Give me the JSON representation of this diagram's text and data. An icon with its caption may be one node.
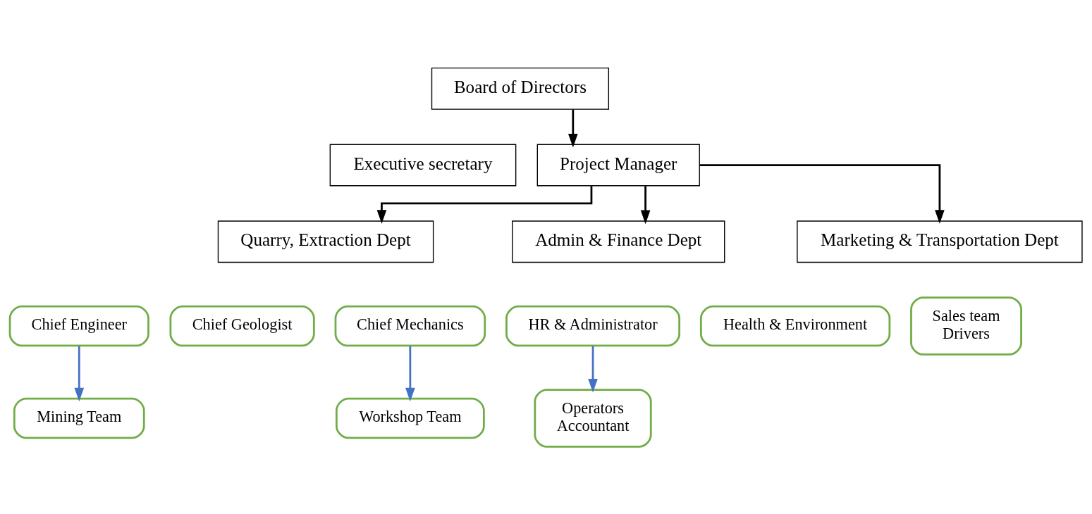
{
  "diagram": {
    "nodes": [
      {
        "text": [
          "Board of Directors"
        ]
      },
      {
        "text": [
          "Executive secretary"
        ]
      },
      {
        "text": [
          "Project Manager"
        ]
      },
      {
        "text": [
          "Quarry, Extraction Dept"
        ]
      },
      {
        "text": [
          "Admin & Finance Dept"
        ]
      },
      {
        "text": [
          "Marketing & Transportation Dept"
        ]
      },
      {
        "text": [
          "Chief Engineer"
        ]
      },
      {
        "text": [
          "Chief Geologist"
        ]
      },
      {
        "text": [
          "Chief Mechanics"
        ]
      },
      {
        "text": [
          "HR & Administrator"
        ]
      },
      {
        "text": [
          "Health & Environment"
        ]
      },
      {
        "text": [
          "Sales team",
          "Drivers"
        ]
      },
      {
        "text": [
          "Mining Team"
        ]
      },
      {
        "text": [
          "Workshop Team"
        ]
      },
      {
        "text": [
          "Operators",
          "Accountant"
        ]
      }
    ],
    "edges": [
      {
        "from": 0,
        "to": 2,
        "arrow": "to"
      },
      {
        "from": 2,
        "to": 3,
        "arrow": "to"
      },
      {
        "from": 2,
        "to": 4,
        "arrow": "to"
      },
      {
        "from": 2,
        "to": 5,
        "arrow": "to"
      },
      {
        "from": 6,
        "to": 12,
        "arrow": "to",
        "color": "#4472c4"
      },
      {
        "from": 8,
        "to": 13,
        "arrow": "to",
        "color": "#4472c4"
      },
      {
        "from": 9,
        "to": 14,
        "arrow": "to",
        "color": "#4472c4"
      }
    ]
  }
}
